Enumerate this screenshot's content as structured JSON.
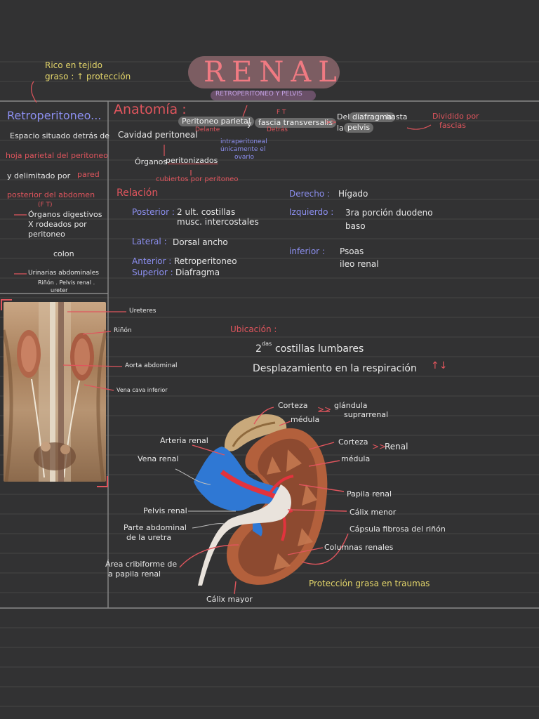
{
  "header": {
    "title": "RENAL",
    "subtitle": "RETROPERITONEO Y PELVIS",
    "note_line1": "Rico en tejido",
    "note_line2": "graso : ↑ protección"
  },
  "left": {
    "heading": "Retroperitoneo...",
    "l1": "Espacio situado detrás de",
    "l2": "hoja parietal del peritoneo",
    "l3a": "y delimitado por",
    "l3b": "pared",
    "l4": "posterior del abdomen",
    "l4b": "(F T)",
    "l5": "Órganos digestivos",
    "l6": "X rodeados por",
    "l7": "peritoneo",
    "l8": "colon",
    "l9": "Urinarias abdominales",
    "l10": "Riñón . Pelvis renal .",
    "l11": "ureter"
  },
  "anatomy": {
    "heading": "Anatomía :",
    "peritoneo_parietal": "Peritoneo parietal",
    "y1": "y",
    "fascia": "fascia transversalis",
    "gg": ">>",
    "ft": "F T",
    "delante": "Delante",
    "detras": "Detrás",
    "del1": "Del",
    "diafragma": "diafragma",
    "hasta": "hasta",
    "la": "la",
    "pelvis": "pelvis",
    "dividido": "Dividido por",
    "fascias": "fascias",
    "cavidad": "Cavidad peritoneal",
    "intra1": "intraperitoneal",
    "intra2": "únicamente el",
    "intra3": "ovario",
    "organos": "Órganos",
    "peritonizados": "peritonizados",
    "cubiertos": "cubiertos por peritoneo"
  },
  "relacion": {
    "heading": "Relación",
    "posterior_k": "Posterior :",
    "posterior_v1": "2 ult. costillas",
    "posterior_v2": "musc. intercostales",
    "lateral_k": "Lateral :",
    "lateral_v": "Dorsal ancho",
    "anterior_k": "Anterior :",
    "anterior_v": "Retroperitoneo",
    "superior_k": "Superior :",
    "superior_v": "Diafragma",
    "derecho_k": "Derecho :",
    "derecho_v": "Hígado",
    "izquierdo_k": "Izquierdo :",
    "izquierdo_v1": "3ra porción duodeno",
    "izquierdo_v2": "baso",
    "inferior_k": "inferior :",
    "inferior_v1": "Psoas",
    "inferior_v2": "ileo renal"
  },
  "photo_labels": {
    "ureteres": "Ureteres",
    "rinon": "Riñón",
    "aorta": "Aorta abdominal",
    "vena": "Vena cava inferior"
  },
  "ubicacion": {
    "heading": "Ubicación :",
    "l1a": "2",
    "l1sup": "das",
    "l1b": "costillas lumbares",
    "l2": "Desplazamiento en la respiración",
    "l2arrow": "↑↓"
  },
  "kidney_labels": {
    "corteza1": "Corteza",
    "medula1": "médula",
    "glandula1": "glándula",
    "glandula2": "suprarrenal",
    "gg1": ">>",
    "arteria": "Arteria renal",
    "vena": "Vena renal",
    "corteza2": "Corteza",
    "medula2": "médula",
    "gg2": ">>",
    "renal": "Renal",
    "papila": "Papila renal",
    "calix_menor": "Cálix menor",
    "pelvis": "Pelvis renal",
    "capsula": "Cápsula fibrosa del riñón",
    "parte1": "Parte abdominal",
    "parte2": "de la uretra",
    "columnas": "Columnas renales",
    "area1": "Área cribiforme de",
    "area2": "a papila renal",
    "proteccion": "Protección grasa en traumas",
    "calix_mayor": "Cálix mayor"
  },
  "colors": {
    "background": "#323233",
    "accent_red": "#e0555d",
    "accent_purple": "#8c8ff0",
    "accent_yellow": "#e3d56a"
  }
}
